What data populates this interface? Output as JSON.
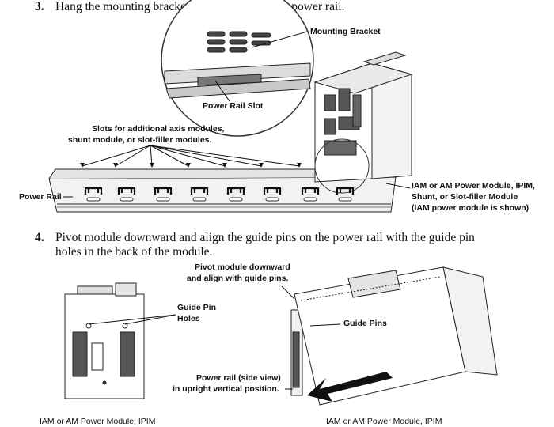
{
  "steps": [
    {
      "number": "3.",
      "text": "Hang the mounting bracket from the slot on the power rail."
    },
    {
      "number": "4.",
      "line1": "Pivot module downward and align the guide pins on the power rail with the guide pin",
      "line2": "holes in the back of the module."
    }
  ],
  "figure1": {
    "mounting_bracket": "Mounting Bracket",
    "power_rail_slot": "Power Rail Slot",
    "slots_line1": "Slots for additional axis modules,",
    "slots_line2": "shunt module, or slot-filler modules.",
    "power_rail": "Power Rail",
    "module_line1": "IAM or AM Power Module, IPIM,",
    "module_line2": "Shunt, or Slot-filler Module",
    "module_line3": "(IAM power module is shown)"
  },
  "figure2": {
    "pivot_line1": "Pivot module downward",
    "pivot_line2": "and align with guide pins.",
    "guide_pin_holes_line1": "Guide Pin",
    "guide_pin_holes_line2": "Holes",
    "guide_pins": "Guide Pins",
    "rail_side_line1": "Power rail (side view)",
    "rail_side_line2": "in upright vertical position.",
    "caption_left": "IAM or AM Power Module, IPIM",
    "caption_right": "IAM or AM Power Module, IPIM"
  }
}
